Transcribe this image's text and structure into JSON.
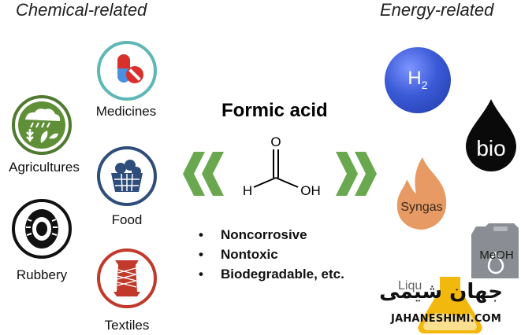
{
  "headers": {
    "left": "Chemical-related",
    "right": "Energy-related"
  },
  "center": {
    "title": "Formic acid",
    "molecule": {
      "oxygen_top": "O",
      "hydrogen": "H",
      "hydroxyl": "OH"
    },
    "bullet_symbol": "•",
    "properties": [
      "Noncorrosive",
      "Nontoxic",
      "Biodegradable, etc."
    ]
  },
  "chemical": {
    "medicines": "Medicines",
    "agricultures": "Agricultures",
    "food": "Food",
    "rubbery": "Rubbery",
    "textiles": "Textiles"
  },
  "energy": {
    "h2": "H",
    "h2_sub": "2",
    "bio": "bio",
    "syngas": "Syngas",
    "meoh": "MeOH",
    "liquid_partial": "Liqu"
  },
  "watermark": {
    "text_fa": "جهان شیمی",
    "url": "JAHANESHIMI.COM"
  },
  "colors": {
    "green_arrow": "#6aa84f",
    "teal_ring": "#5fb7b5",
    "dark_green": "#4f7a2f",
    "navy_ring": "#2e4d7a",
    "red_ring": "#c0392b",
    "h2_blue": "#3b5ad6",
    "syngas_orange": "#e79a63",
    "meoh_gray": "#8a8d93",
    "logo_yellow": "#f2b400"
  },
  "icons": [
    "medicine-capsule-icon",
    "agriculture-icon",
    "food-basket-icon",
    "tire-icon",
    "thread-spool-icon",
    "hydrogen-sphere-icon",
    "bio-drop-icon",
    "syngas-flame-icon",
    "methanol-canister-icon"
  ]
}
